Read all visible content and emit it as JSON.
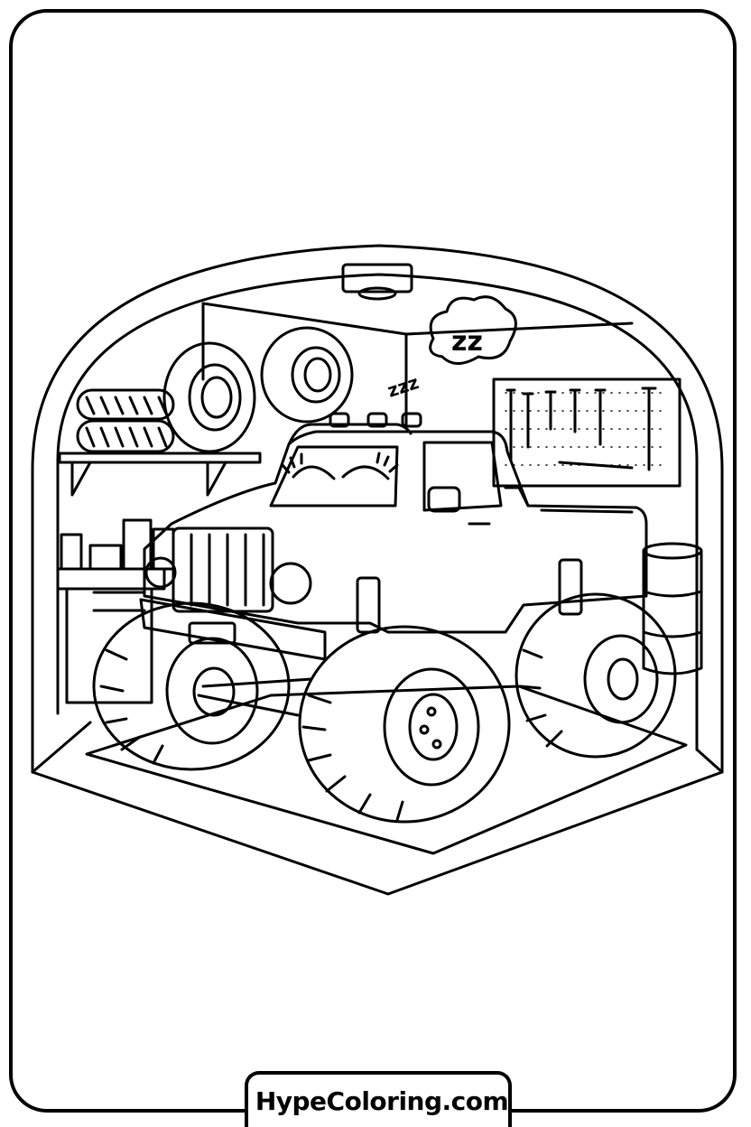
{
  "site": {
    "logo_icon": "sun-smile-icon",
    "name": "HypeColoring.com"
  },
  "scene": {
    "speech_bubble_text": "zz",
    "snore_text": "zzz"
  },
  "colors": {
    "ink": "#000000",
    "paper": "#ffffff"
  }
}
